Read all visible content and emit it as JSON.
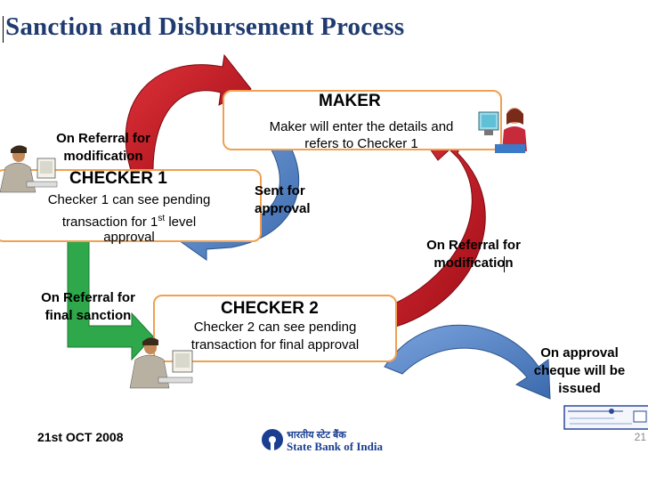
{
  "title": "Sanction and Disbursement Process",
  "maker": {
    "title": "MAKER",
    "text_line1": "Maker will enter the details and",
    "text_line2": "refers to Checker 1"
  },
  "checker1": {
    "title": "CHECKER 1",
    "text_line1": "Checker 1 can see  pending",
    "text_line2_pre": "transaction for 1",
    "text_line2_sup": "st",
    "text_line2_post": " level",
    "text_line3": "approval"
  },
  "checker2": {
    "title": "CHECKER 2",
    "text_line1": "Checker 2 can see  pending",
    "text_line2": "transaction for  final approval"
  },
  "labels": {
    "referral_top_line1": "On  Referral for",
    "referral_top_line2": "modification",
    "sent_line1": "Sent for",
    "sent_line2": "approval",
    "referral_right_line1": "On  Referral for",
    "referral_right_line2": "modification",
    "final_line1": "On  Referral for",
    "final_line2": "final sanction",
    "cheque_line1": "On  approval",
    "cheque_line2": "cheque will be",
    "cheque_line3": "issued"
  },
  "footer": {
    "date": "21st OCT 2008",
    "bank_name_hindi": "भारतीय स्टेट बैंक",
    "bank_name": "State Bank of India",
    "page_number": "21"
  },
  "icons": [
    "person-at-computer-icon",
    "woman-at-computer-icon",
    "cheque-icon",
    "sbi-logo-icon"
  ],
  "colors": {
    "title": "#1f3b6f",
    "box_border": "#f0a050",
    "red_arrow": "#c0151e",
    "blue_arrow": "#4d7fc1",
    "green_arrow": "#2ea84a",
    "sbi_blue": "#1a3f91"
  }
}
